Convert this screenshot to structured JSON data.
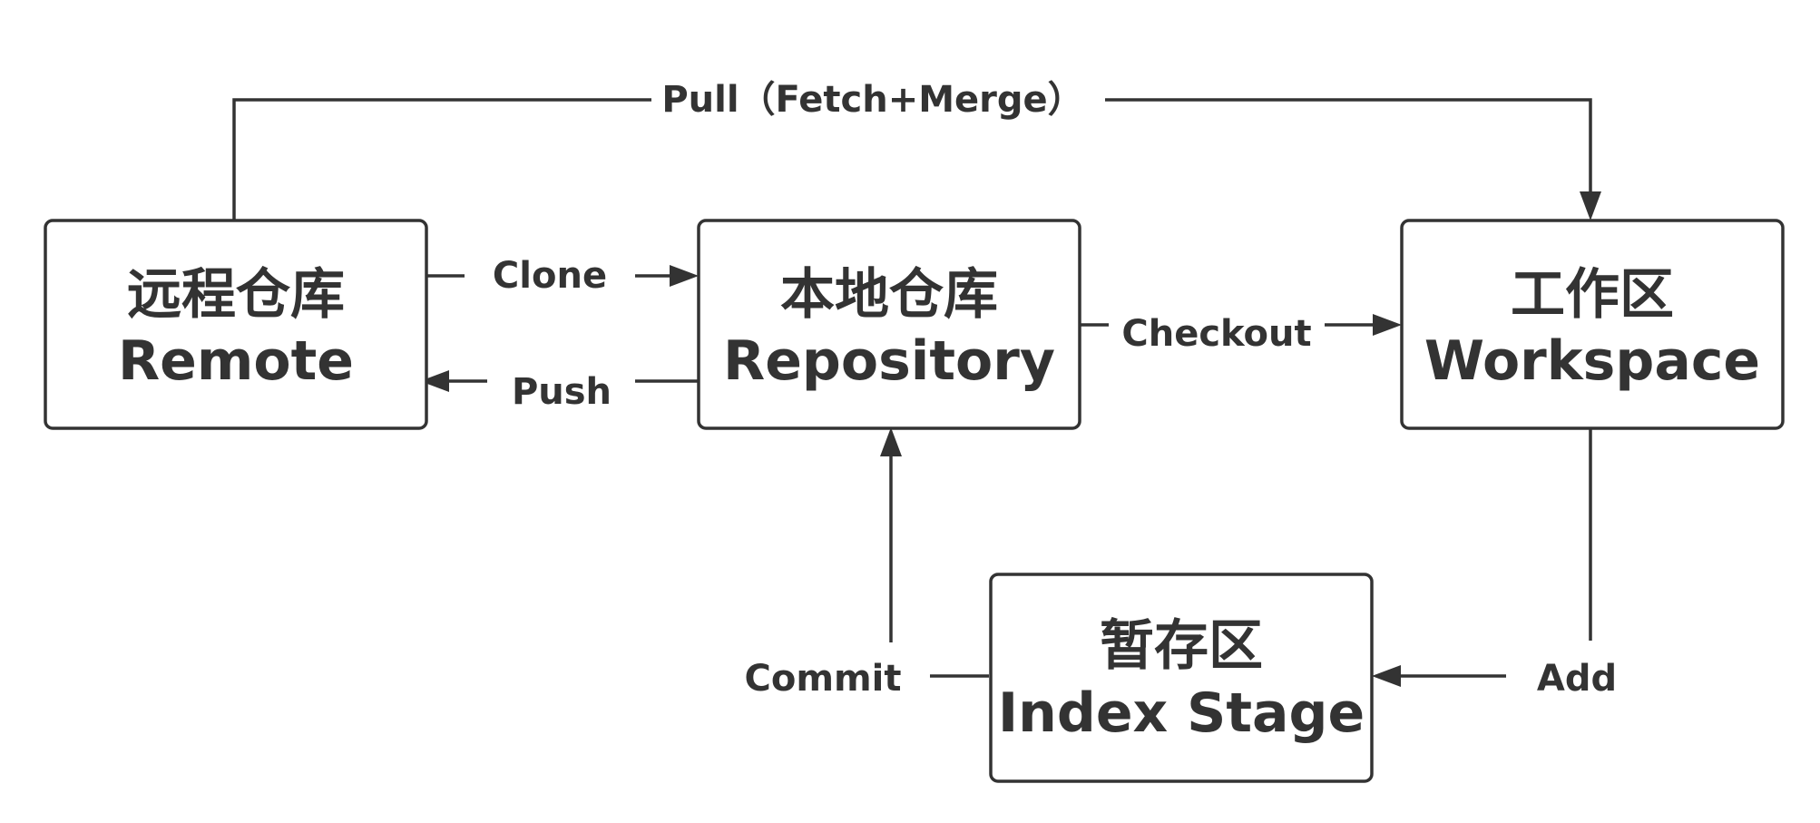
{
  "colors": {
    "stroke": "#333333",
    "text": "#333333",
    "background": "#ffffff"
  },
  "nodes": {
    "remote": {
      "zh": "远程仓库",
      "en": "Remote"
    },
    "repository": {
      "zh": "本地仓库",
      "en": "Repository"
    },
    "workspace": {
      "zh": "工作区",
      "en": "Workspace"
    },
    "index": {
      "zh": "暂存区",
      "en": "Index Stage"
    }
  },
  "edges": {
    "pull": "Pull（Fetch+Merge）",
    "clone": "Clone",
    "push": "Push",
    "checkout": "Checkout",
    "commit": "Commit",
    "add": "Add"
  }
}
